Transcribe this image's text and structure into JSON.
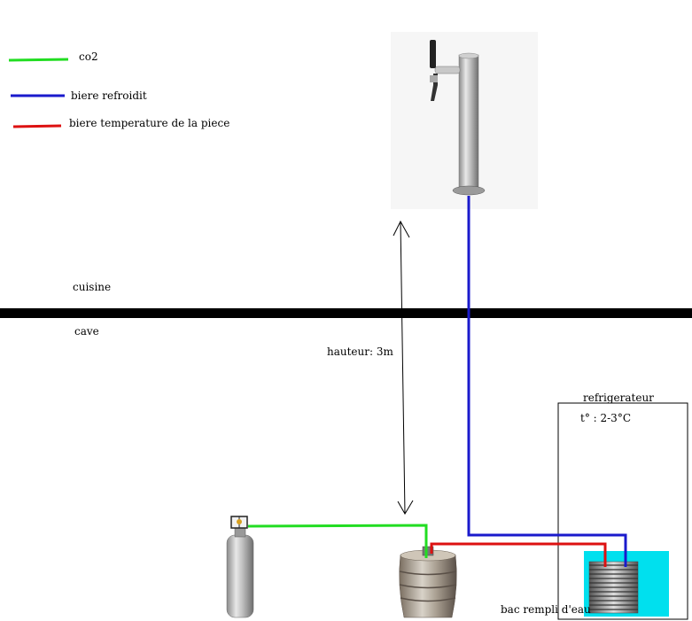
{
  "legend": {
    "co2": "co2",
    "cold_beer": "biere refroidit",
    "room_beer": "biere temperature de la piece"
  },
  "floors": {
    "upper": "cuisine",
    "lower": "cave"
  },
  "height_label": "hauteur: 3m",
  "fridge": {
    "title": "refrigerateur",
    "temperature": "t° : 2-3°C"
  },
  "water_tank_label": "bac rempli d'eau",
  "colors": {
    "co2_line": "#22dd22",
    "cold_line": "#1a1acc",
    "room_line": "#dd1111",
    "water": "#00e0ee",
    "floor": "#000000"
  }
}
